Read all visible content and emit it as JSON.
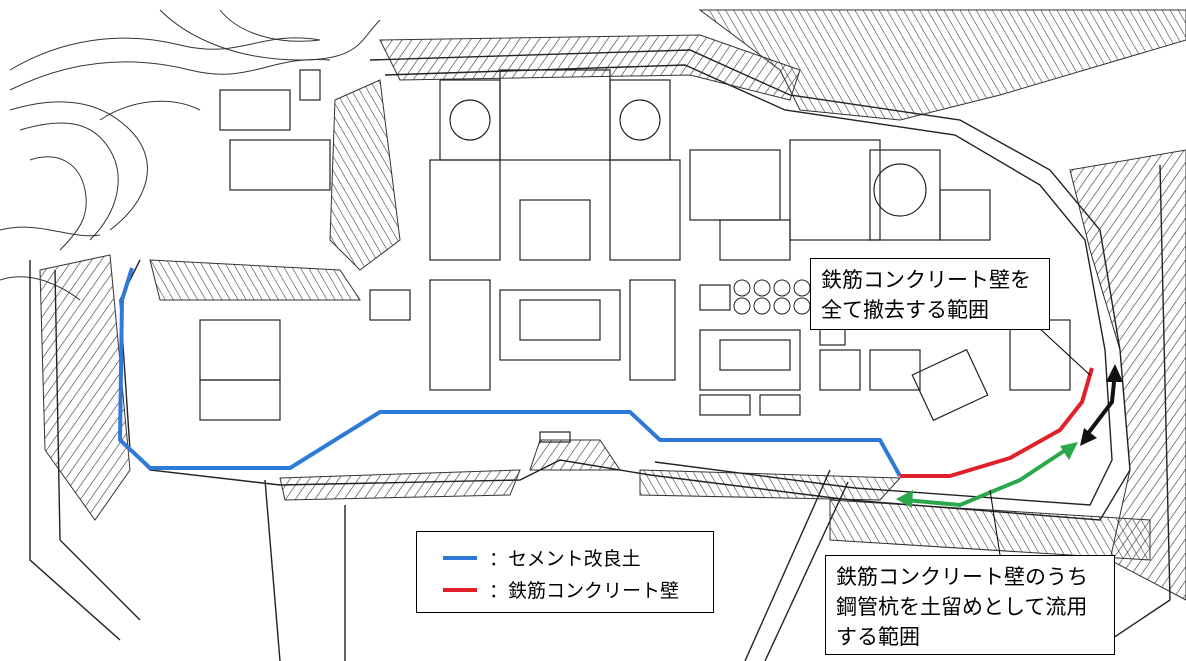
{
  "callouts": {
    "top": "鉄筋コンクリート壁を\n全て撤去する範囲",
    "bottom": "鉄筋コンクリート壁のうち\n鋼管杭を土留めとして流用\nする範囲"
  },
  "legend": {
    "items": [
      {
        "label": "：セメント改良土",
        "color": "#2f7ad6"
      },
      {
        "label": "：鉄筋コンクリート壁",
        "color": "#e0202a"
      }
    ]
  },
  "colors": {
    "cement_route": "#2f7ad6",
    "rc_wall_route": "#e0202a",
    "reuse_arrow": "#2aa84a",
    "removal_arrow": "#111111",
    "linework": "#222222"
  }
}
